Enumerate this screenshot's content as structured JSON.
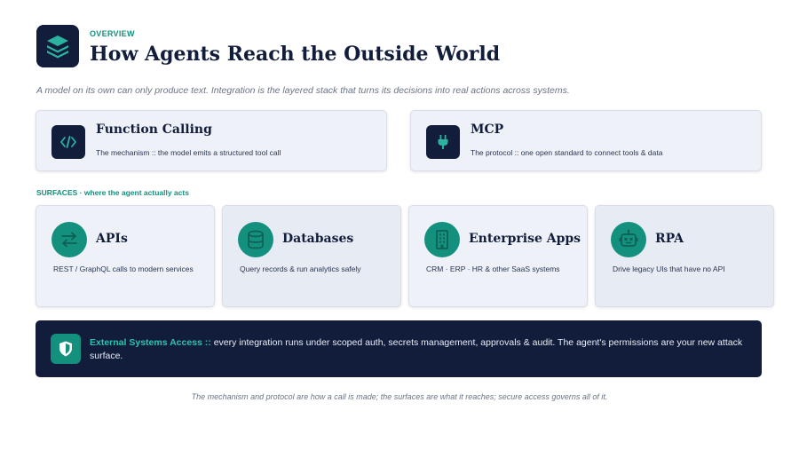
{
  "header": {
    "logo_icon": "layers-icon",
    "eyebrow": "OVERVIEW",
    "title": "How Agents Reach the Outside World",
    "subtitle": "A model on its own can only produce text. Integration is the layered stack that turns its decisions into real actions across systems."
  },
  "foundations": [
    {
      "icon": "code-icon",
      "title": "Function Calling",
      "desc": "The mechanism :: the model emits a structured tool call"
    },
    {
      "icon": "plug-icon",
      "title": "MCP",
      "desc": "The protocol :: one open standard to connect tools & data"
    }
  ],
  "surfaces_label": "SURFACES  ·  where the agent actually acts",
  "surfaces": [
    {
      "icon": "api-arrows-icon",
      "title": "APIs",
      "desc": "REST / GraphQL calls to modern services"
    },
    {
      "icon": "database-icon",
      "title": "Databases",
      "desc": "Query records & run analytics safely"
    },
    {
      "icon": "enterprise-building-icon",
      "title": "Enterprise Apps",
      "desc": "CRM · ERP · HR & other SaaS systems"
    },
    {
      "icon": "robot-icon",
      "title": "RPA",
      "desc": "Drive legacy UIs that have no API"
    }
  ],
  "access": {
    "icon": "shield-icon",
    "heading": "External Systems Access",
    "separator": " :: ",
    "text": "every integration runs under scoped auth, secrets management, approvals & audit. The agent's permissions are your new attack surface."
  },
  "footer": "The mechanism and protocol are how a call is made; the surfaces are what it reaches; secure access governs all of it.",
  "colors": {
    "navy": "#121d3c",
    "teal": "#14907e",
    "card": "#eef2f8"
  }
}
